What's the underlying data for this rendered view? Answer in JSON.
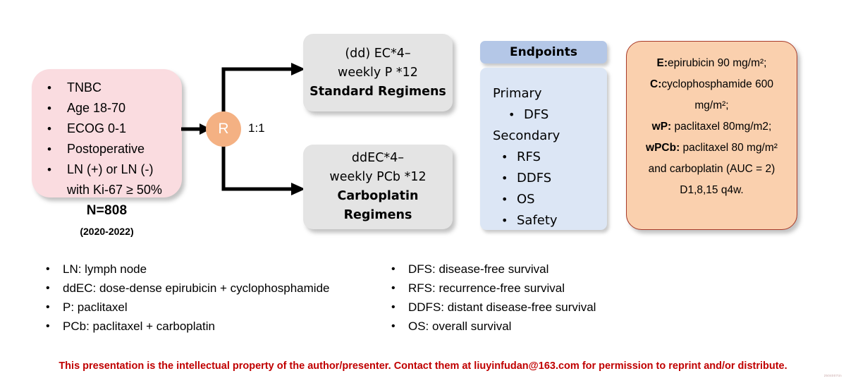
{
  "eligibility": {
    "criteria": [
      "TNBC",
      "Age 18-70",
      "ECOG 0-1",
      "Postoperative",
      "LN (+) or LN (-)\nwith Ki-67 ≥ 50%"
    ],
    "sample_size": "N=808",
    "period": "(2020-2022)"
  },
  "randomization": {
    "node_label": "R",
    "ratio": "1:1"
  },
  "arms": [
    {
      "line1": "(dd) EC*4–",
      "line2": "weekly P *12",
      "emphasis": "Standard Regimens"
    },
    {
      "line1": "ddEC*4–",
      "line2": "weekly PCb *12",
      "emphasis": "Carboplatin Regimens"
    }
  ],
  "endpoints": {
    "header": "Endpoints",
    "primary_label": "Primary",
    "primary_items": [
      "DFS"
    ],
    "secondary_label": "Secondary",
    "secondary_items": [
      "RFS",
      "DDFS",
      "OS",
      "Safety"
    ]
  },
  "dosing": {
    "lines": [
      {
        "code": "E:",
        "text": "epirubicin 90 mg/m²;"
      },
      {
        "code": "C:",
        "text": "cyclophosphamide 600"
      },
      {
        "code": "",
        "text": "mg/m²;"
      },
      {
        "code": "wP:",
        "text": " paclitaxel 80mg/m2;"
      },
      {
        "code": "wPCb:",
        "text": " paclitaxel 80 mg/m²"
      },
      {
        "code": "",
        "text": "and carboplatin (AUC = 2)"
      },
      {
        "code": "",
        "text": "D1,8,15 q4w."
      }
    ]
  },
  "legend_left": [
    "LN: lymph node",
    "ddEC: dose-dense epirubicin + cyclophosphamide",
    "P: paclitaxel",
    "PCb: paclitaxel + carboplatin"
  ],
  "legend_right": [
    "DFS: disease-free survival",
    "RFS: recurrence-free survival",
    "DDFS: distant disease-free survival",
    "OS: overall survival"
  ],
  "footer": {
    "text": "This presentation is the intellectual property of the author/presenter. Contact them at liuyinfudan@163.com for permission to reprint and/or distribute.",
    "watermark": "2504007tin"
  },
  "colors": {
    "pink": "#FADCE0",
    "gray": "#E4E4E4",
    "orange_node": "#F4B183",
    "orange_box": "#FAD0AE",
    "orange_border": "#A83B2A",
    "blue_header": "#B4C7E7",
    "blue_body": "#DCE6F5",
    "footer_red": "#C00000"
  }
}
